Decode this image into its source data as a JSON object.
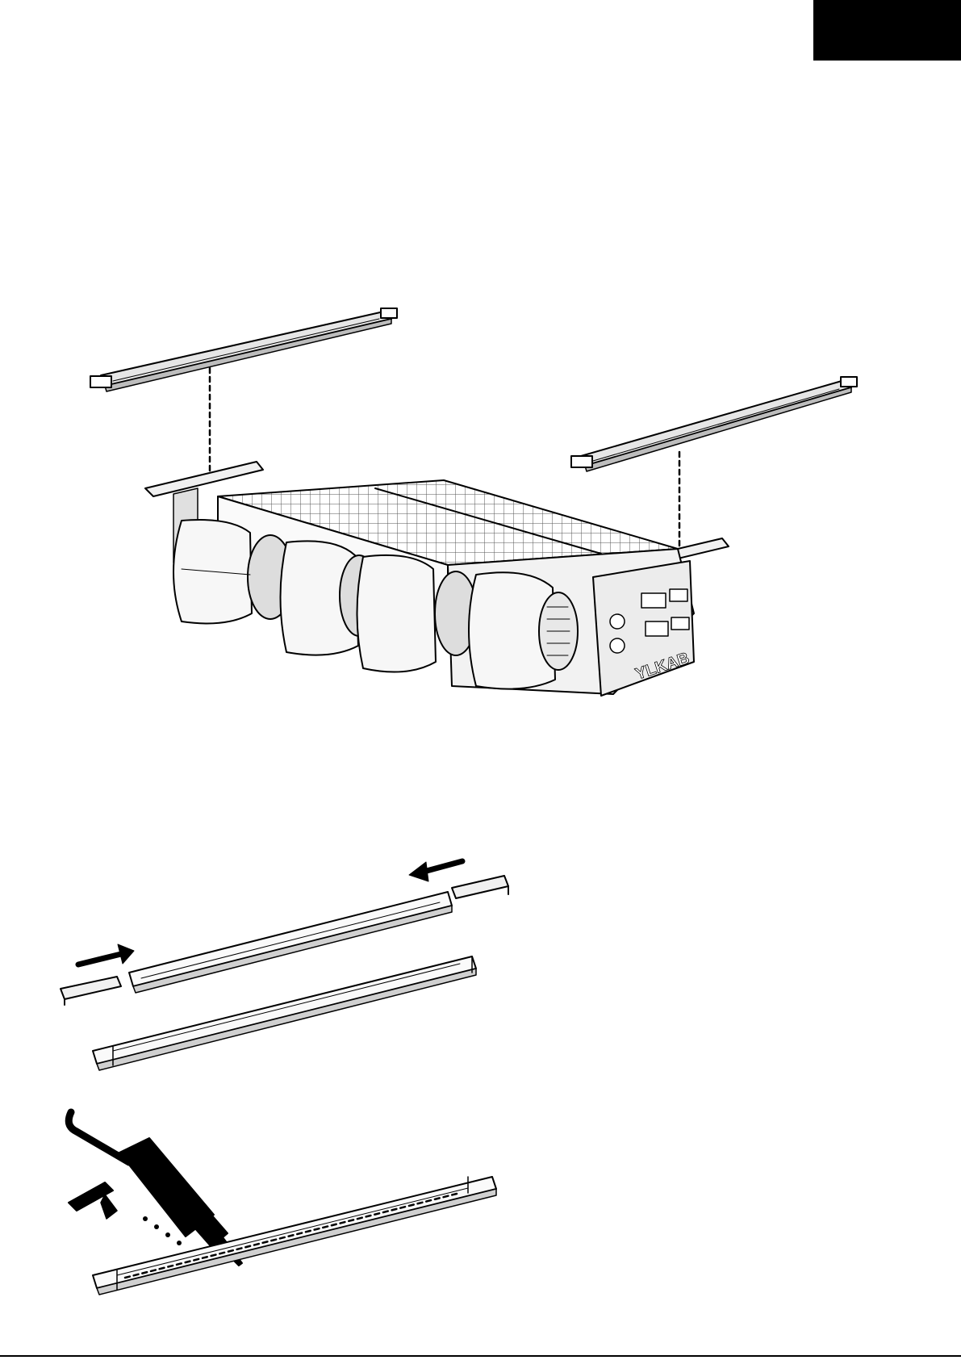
{
  "page": {
    "corner_tab_color": "#000000",
    "line_color": "#000000"
  },
  "figures": [
    {
      "id": "unit-assembly",
      "icon": "fan-coil-unit-with-rails"
    },
    {
      "id": "rail-extension",
      "icon": "telescopic-rail"
    },
    {
      "id": "sealant",
      "icon": "caulking-gun"
    }
  ],
  "unit": {
    "brand_text": "YLKAB"
  }
}
